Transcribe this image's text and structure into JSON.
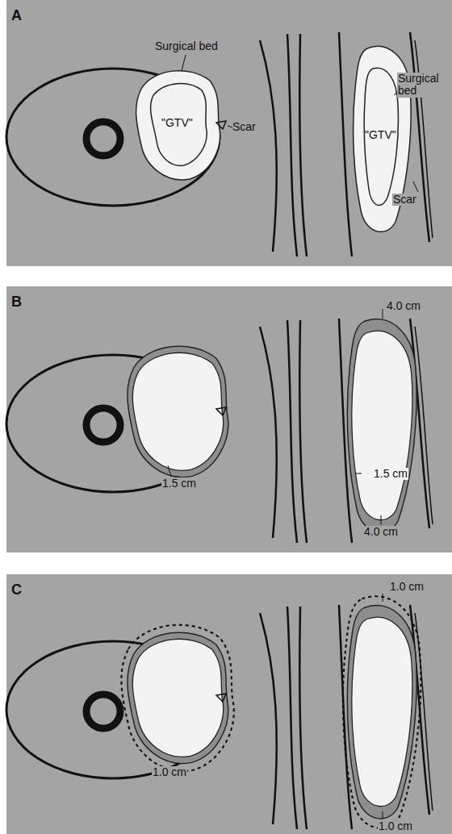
{
  "diagram": {
    "labels": [
      "A",
      "Surgical bed",
      "\"GTV\"",
      "Scar",
      "\"GTV\"",
      "Surgical bed",
      "Scar",
      "B",
      "4.0 cm",
      "1.5 cm",
      "1.5 cm",
      "4.0 cm",
      "C",
      "1.0 cm",
      "1.0 cm",
      "1.0 cm"
    ]
  }
}
